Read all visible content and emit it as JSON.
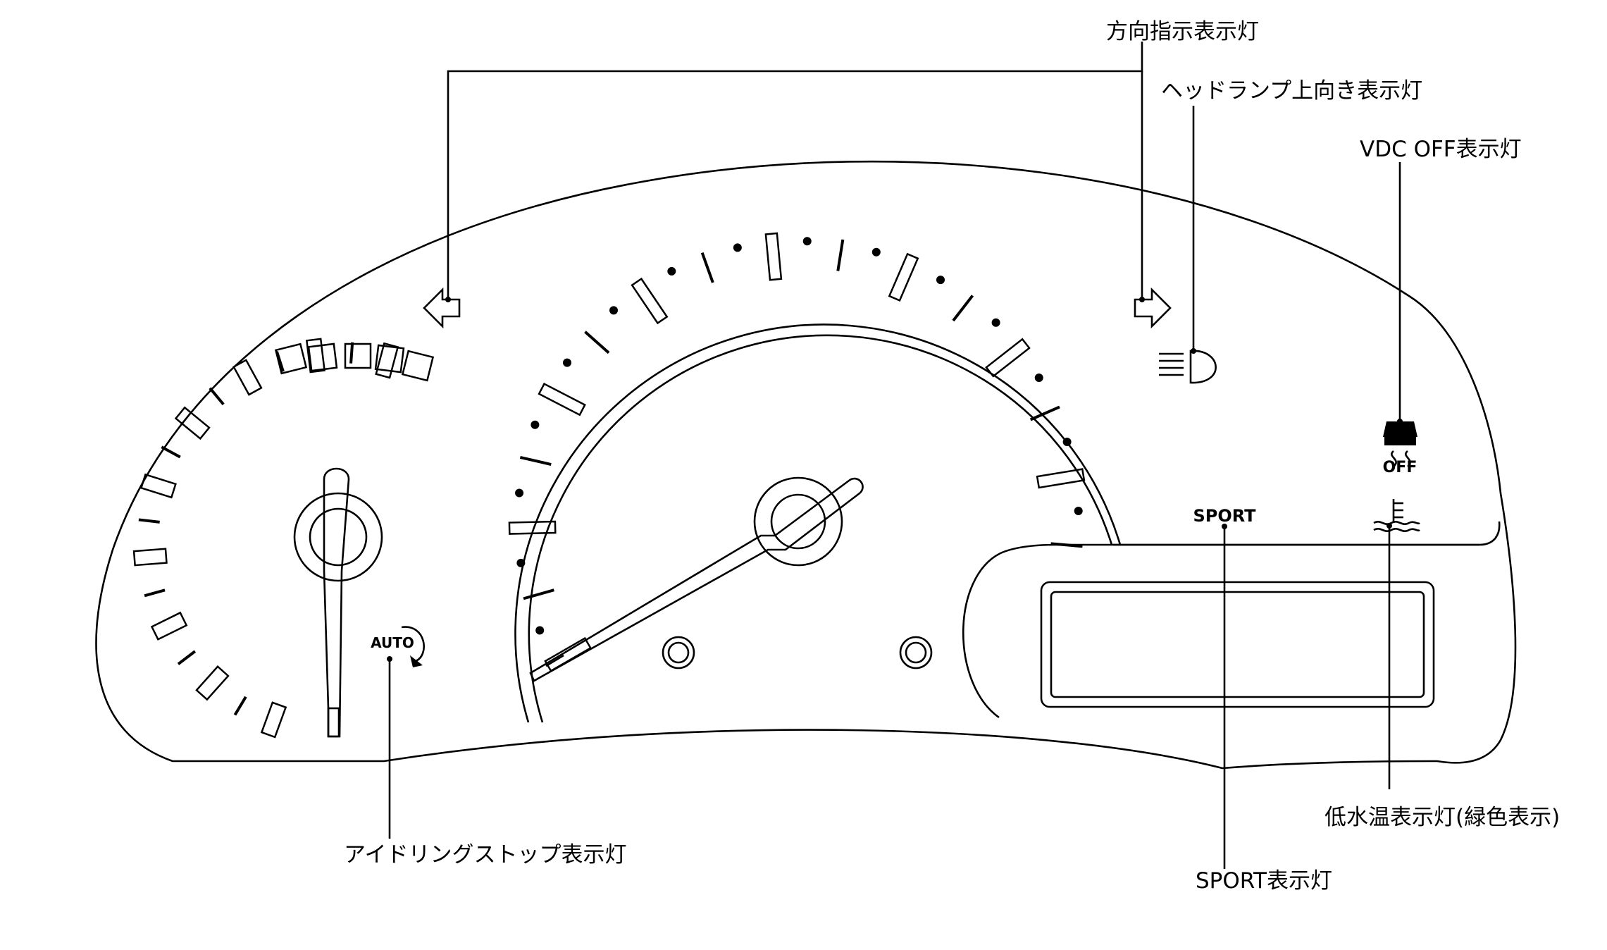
{
  "labels": {
    "turn_signal": "方向指示表示灯",
    "high_beam": "ヘッドランプ上向き表示灯",
    "vdc_off": "VDC OFF表示灯",
    "idling_stop": "アイドリングストップ表示灯",
    "sport": "SPORT表示灯",
    "low_temp": "低水温表示灯(緑色表示)"
  },
  "icons": {
    "auto_text": "AUTO",
    "sport_text": "SPORT",
    "off_text": "OFF",
    "turn_left_icon": "turn-left-arrow-icon",
    "turn_right_icon": "turn-right-arrow-icon",
    "high_beam_icon": "high-beam-icon",
    "vdc_icon": "vdc-off-icon",
    "temp_icon": "low-water-temp-icon"
  }
}
